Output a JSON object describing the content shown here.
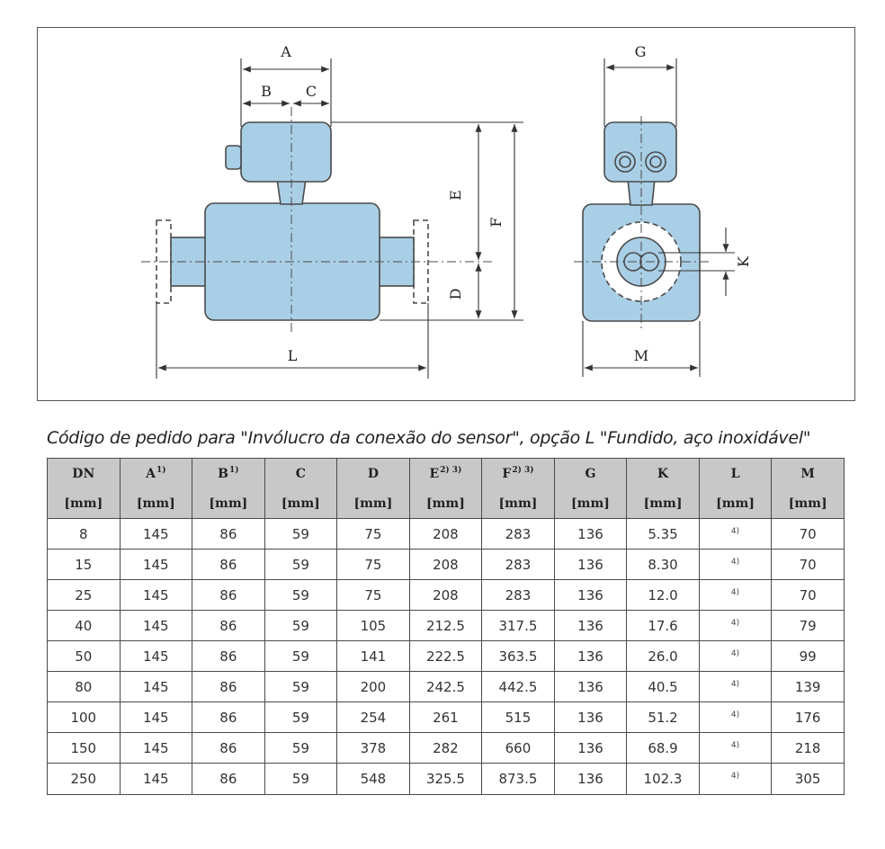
{
  "drawing": {
    "dimension_labels": {
      "A": "A",
      "B": "B",
      "C": "C",
      "D": "D",
      "E": "E",
      "F": "F",
      "G": "G",
      "K": "K",
      "L": "L",
      "M": "M"
    }
  },
  "caption": "Código de pedido para \"Invólucro da conexão do sensor\", opção L \"Fundido, aço inoxidável\"",
  "table": {
    "columns": [
      {
        "name": "DN",
        "sup": "",
        "unit": "[mm]"
      },
      {
        "name": "A",
        "sup": "1)",
        "unit": "[mm]"
      },
      {
        "name": "B",
        "sup": "1)",
        "unit": "[mm]"
      },
      {
        "name": "C",
        "sup": "",
        "unit": "[mm]"
      },
      {
        "name": "D",
        "sup": "",
        "unit": "[mm]"
      },
      {
        "name": "E",
        "sup": "2) 3)",
        "unit": "[mm]"
      },
      {
        "name": "F",
        "sup": "2) 3)",
        "unit": "[mm]"
      },
      {
        "name": "G",
        "sup": "",
        "unit": "[mm]"
      },
      {
        "name": "K",
        "sup": "",
        "unit": "[mm]"
      },
      {
        "name": "L",
        "sup": "",
        "unit": "[mm]"
      },
      {
        "name": "M",
        "sup": "",
        "unit": "[mm]"
      }
    ],
    "rows": [
      [
        "8",
        "145",
        "86",
        "59",
        "75",
        "208",
        "283",
        "136",
        "5.35",
        "4)",
        "70"
      ],
      [
        "15",
        "145",
        "86",
        "59",
        "75",
        "208",
        "283",
        "136",
        "8.30",
        "4)",
        "70"
      ],
      [
        "25",
        "145",
        "86",
        "59",
        "75",
        "208",
        "283",
        "136",
        "12.0",
        "4)",
        "70"
      ],
      [
        "40",
        "145",
        "86",
        "59",
        "105",
        "212.5",
        "317.5",
        "136",
        "17.6",
        "4)",
        "79"
      ],
      [
        "50",
        "145",
        "86",
        "59",
        "141",
        "222.5",
        "363.5",
        "136",
        "26.0",
        "4)",
        "99"
      ],
      [
        "80",
        "145",
        "86",
        "59",
        "200",
        "242.5",
        "442.5",
        "136",
        "40.5",
        "4)",
        "139"
      ],
      [
        "100",
        "145",
        "86",
        "59",
        "254",
        "261",
        "515",
        "136",
        "51.2",
        "4)",
        "176"
      ],
      [
        "150",
        "145",
        "86",
        "59",
        "378",
        "282",
        "660",
        "136",
        "68.9",
        "4)",
        "218"
      ],
      [
        "250",
        "145",
        "86",
        "59",
        "548",
        "325.5",
        "873.5",
        "136",
        "102.3",
        "4)",
        "305"
      ]
    ]
  },
  "colors": {
    "body_fill": "#a9cfe6",
    "outline": "#4a4a4a",
    "header_bg": "#c8c8c8"
  }
}
